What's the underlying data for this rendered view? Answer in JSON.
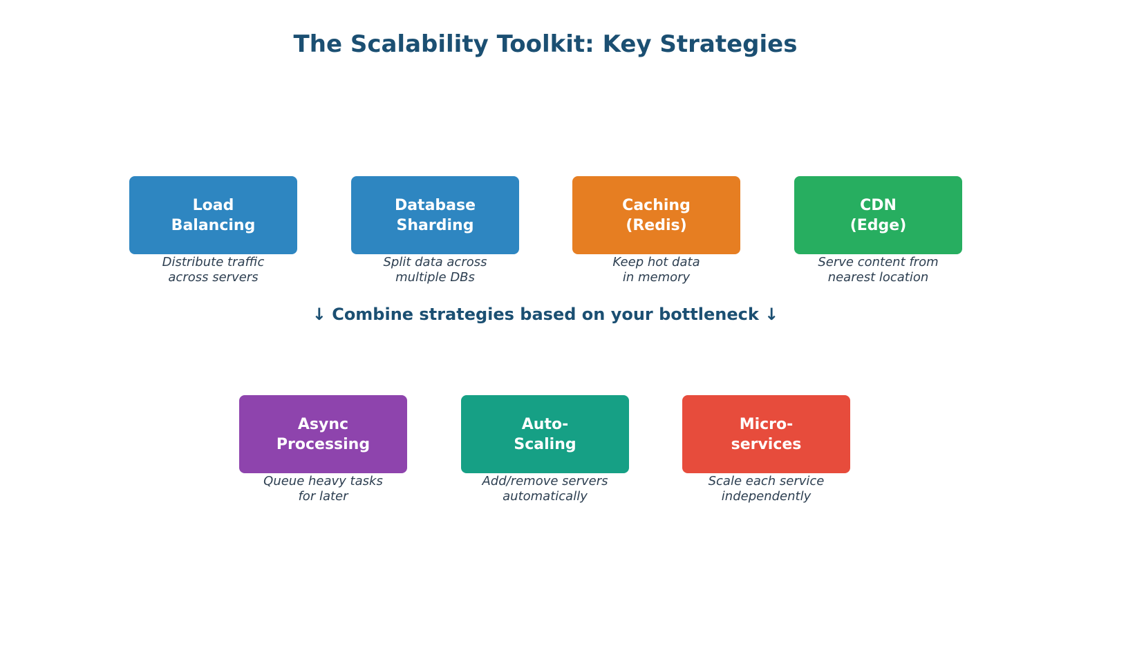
{
  "title": "The Scalability Toolkit: Key Strategies",
  "middle_note": "↓ Combine strategies based on your bottleneck ↓",
  "colors": {
    "heading_text": "#1b4f72",
    "description_text": "#2c3e50",
    "blue": "#2e86c1",
    "orange": "#e67e22",
    "green": "#27ae60",
    "purple": "#8e44ad",
    "teal": "#16a085",
    "red": "#e74c3c"
  },
  "cards": [
    {
      "label": "Load\nBalancing",
      "desc": "Distribute traffic\nacross servers",
      "color": "#2e86c1"
    },
    {
      "label": "Database\nSharding",
      "desc": "Split data across\nmultiple DBs",
      "color": "#2e86c1"
    },
    {
      "label": "Caching\n(Redis)",
      "desc": "Keep hot data\nin memory",
      "color": "#e67e22"
    },
    {
      "label": "CDN\n(Edge)",
      "desc": "Serve content from\nnearest location",
      "color": "#27ae60"
    },
    {
      "label": "Async\nProcessing",
      "desc": "Queue heavy tasks\nfor later",
      "color": "#8e44ad"
    },
    {
      "label": "Auto-\nScaling",
      "desc": "Add/remove servers\nautomatically",
      "color": "#16a085"
    },
    {
      "label": "Micro-\nservices",
      "desc": "Scale each service\nindependently",
      "color": "#e74c3c"
    }
  ]
}
